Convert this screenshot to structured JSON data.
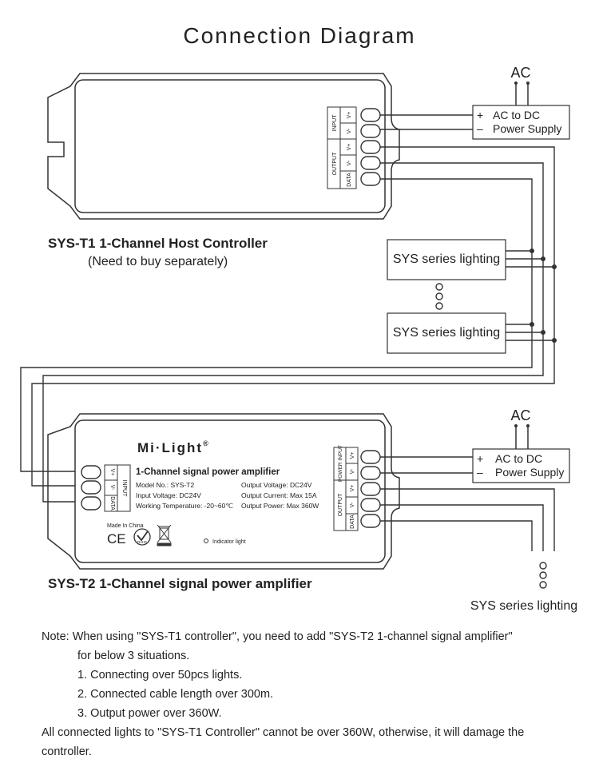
{
  "title": "Connection Diagram",
  "ac_label": "AC",
  "power_supply": {
    "line1": "AC to DC",
    "line2": "Power Supply",
    "plus": "+",
    "minus": "–"
  },
  "lighting_box_label": "SYS series lighting",
  "host": {
    "name": "SYS-T1 1-Channel Host Controller",
    "subtitle": "(Need to buy separately)",
    "input_label": "INPUT",
    "output_label": "OUTPUT",
    "v_plus": "V+",
    "v_minus": "V-",
    "data": "DATA"
  },
  "amp": {
    "brand": "Mi·Light",
    "brand_mark": "®",
    "heading": "1-Channel signal power amplifier",
    "model": "Model No.: SYS-T2",
    "input_voltage": "Input Voltage: DC24V",
    "temp": "Working Temperature: -20~60℃",
    "output_voltage": "Output Voltage: DC24V",
    "output_current": "Output Current: Max 15A",
    "output_power": "Output Power: Max 360W",
    "made_in": "Made In China",
    "ce": "CE",
    "rohs": "RoHS",
    "indicator": "Indicator light",
    "power_input": "POWER INPUT",
    "input_label": "INPUT",
    "output_label": "OUTPUT",
    "v_plus": "V+",
    "v_minus": "V-",
    "data": "DATA",
    "name": "SYS-T2 1-Channel signal power amplifier"
  },
  "bottom_lighting_label": "SYS series lighting",
  "note": {
    "label": "Note:",
    "line1": "When using \"SYS-T1 controller\", you need to add \"SYS-T2 1-channel signal amplifier\"",
    "line1b": "for below 3 situations.",
    "items": [
      "1. Connecting over 50pcs lights.",
      "2. Connected cable length over 300m.",
      "3. Output power over 360W."
    ],
    "footer": "All connected lights to \"SYS-T1 Controller\" cannot be over 360W, otherwise, it will damage the controller."
  }
}
